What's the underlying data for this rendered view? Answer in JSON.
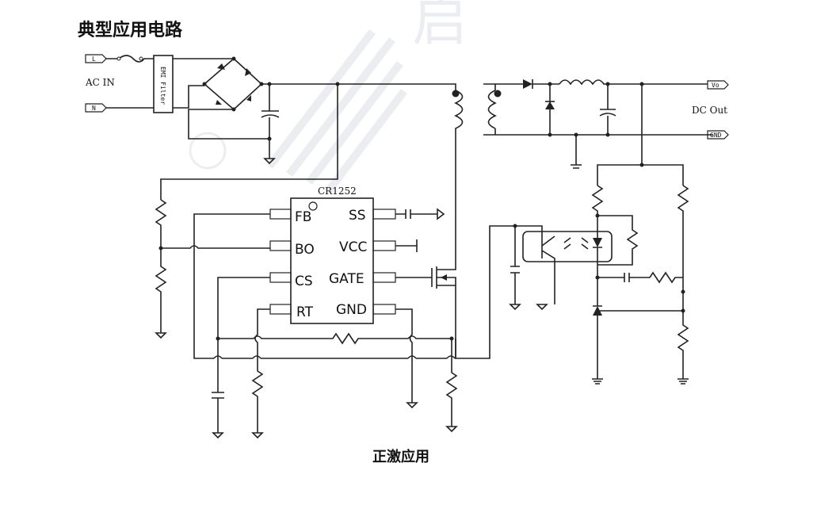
{
  "title": "典型应用电路",
  "caption": "正激应用",
  "watermark_text": "启",
  "ac_input": {
    "label": "AC IN",
    "line_terminal": "L",
    "neutral_terminal": "N"
  },
  "emi_filter": {
    "label": "EMI Filter"
  },
  "dc_output": {
    "label": "DC Out",
    "vo_terminal": "Vo",
    "gnd_terminal": "GND"
  },
  "ic": {
    "part_number": "CR1252",
    "pins_left": [
      "FB",
      "BO",
      "CS",
      "RT"
    ],
    "pins_right": [
      "SS",
      "VCC",
      "GATE",
      "GND"
    ]
  },
  "colors": {
    "line": "#222222",
    "watermark": "#d9dde6",
    "background": "#ffffff"
  }
}
